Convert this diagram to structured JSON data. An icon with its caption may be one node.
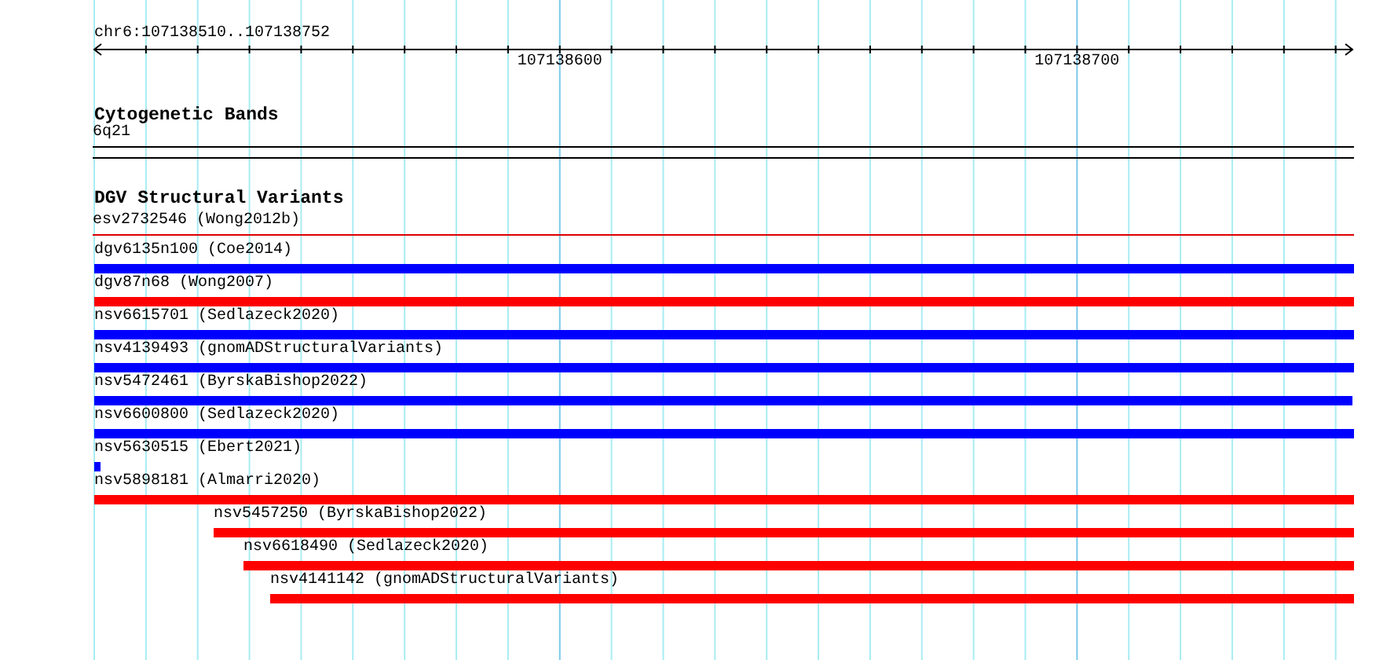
{
  "diagram": {
    "nodes": [
      {
        "text": [
          "6q21"
        ]
      },
      {
        "text": [
          "esv2732546 (Wong2012b)"
        ]
      },
      {
        "text": [
          "dgv6135n100 (Coe2014)"
        ]
      },
      {
        "text": [
          "dgv87n68 (Wong2007)"
        ]
      },
      {
        "text": [
          "nsv6615701 (Sedlazeck2020)"
        ]
      },
      {
        "text": [
          "nsv4139493 (gnomADStructuralVariants)"
        ]
      },
      {
        "text": [
          "nsv5472461 (ByrskaBishop2022)"
        ]
      },
      {
        "text": [
          "nsv6600800 (Sedlazeck2020)"
        ]
      },
      {
        "text": [
          "nsv5630515 (Ebert2021)"
        ]
      },
      {
        "text": [
          "nsv5898181 (Almarri2020)"
        ]
      },
      {
        "text": [
          "nsv5457250 (ByrskaBishop2022)"
        ]
      },
      {
        "text": [
          "nsv6618490 (Sedlazeck2020)"
        ]
      },
      {
        "text": [
          "nsv4141142 (gnomADStructuralVariants)"
        ]
      }
    ],
    "labels": [
      "chr6:107138510..107138752",
      "107138600",
      "107138700",
      "Cytogenetic Bands",
      "DGV Structural Variants"
    ]
  }
}
